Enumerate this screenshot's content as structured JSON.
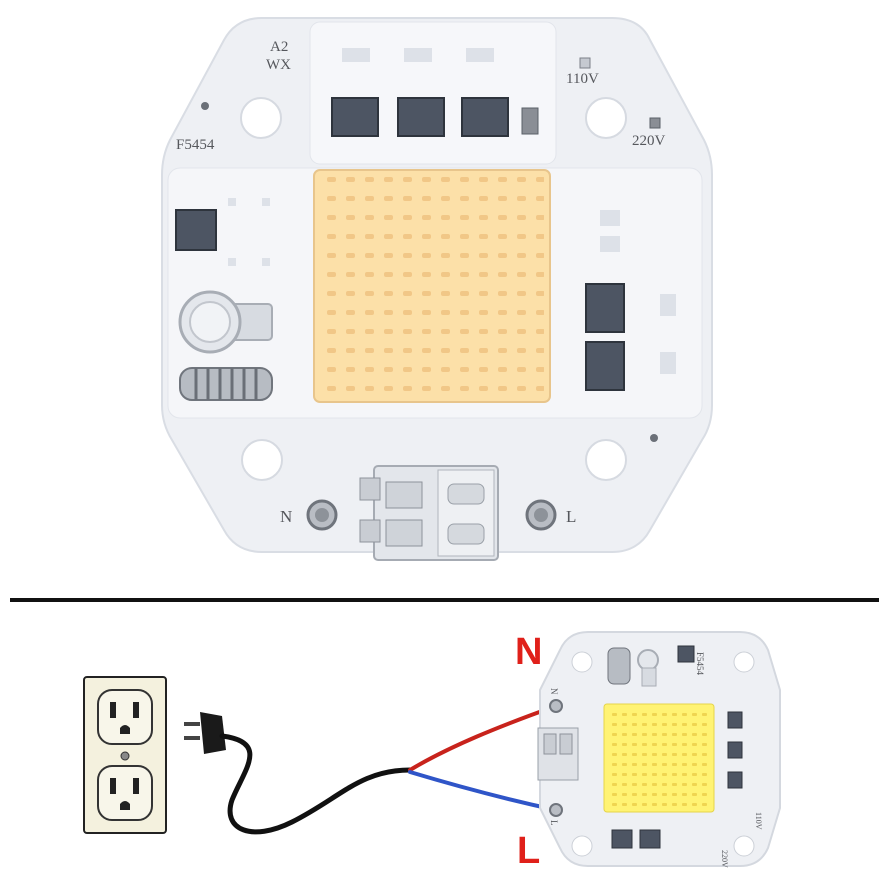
{
  "board_labels": {
    "model": "A2",
    "series": "WX",
    "part_number": "F5454",
    "voltage_low": "110V",
    "voltage_high": "220V",
    "terminal_neutral": "N",
    "terminal_live": "L"
  },
  "wiring": {
    "neutral_label": "N",
    "live_label": "L",
    "neutral_wire_color": "#c8231c",
    "live_wire_color": "#2f55c8",
    "cord_color": "#111111",
    "small_board_part_number": "F5454",
    "small_board_voltage_low": "110V",
    "small_board_voltage_high": "220V",
    "small_terminal_neutral": "N",
    "small_terminal_live": "L"
  },
  "colors": {
    "board": "#eef0f4",
    "led_warm": "#fce0a8",
    "led_cool": "#fff373",
    "component": "#4d5563",
    "label_red": "#e0201a"
  }
}
